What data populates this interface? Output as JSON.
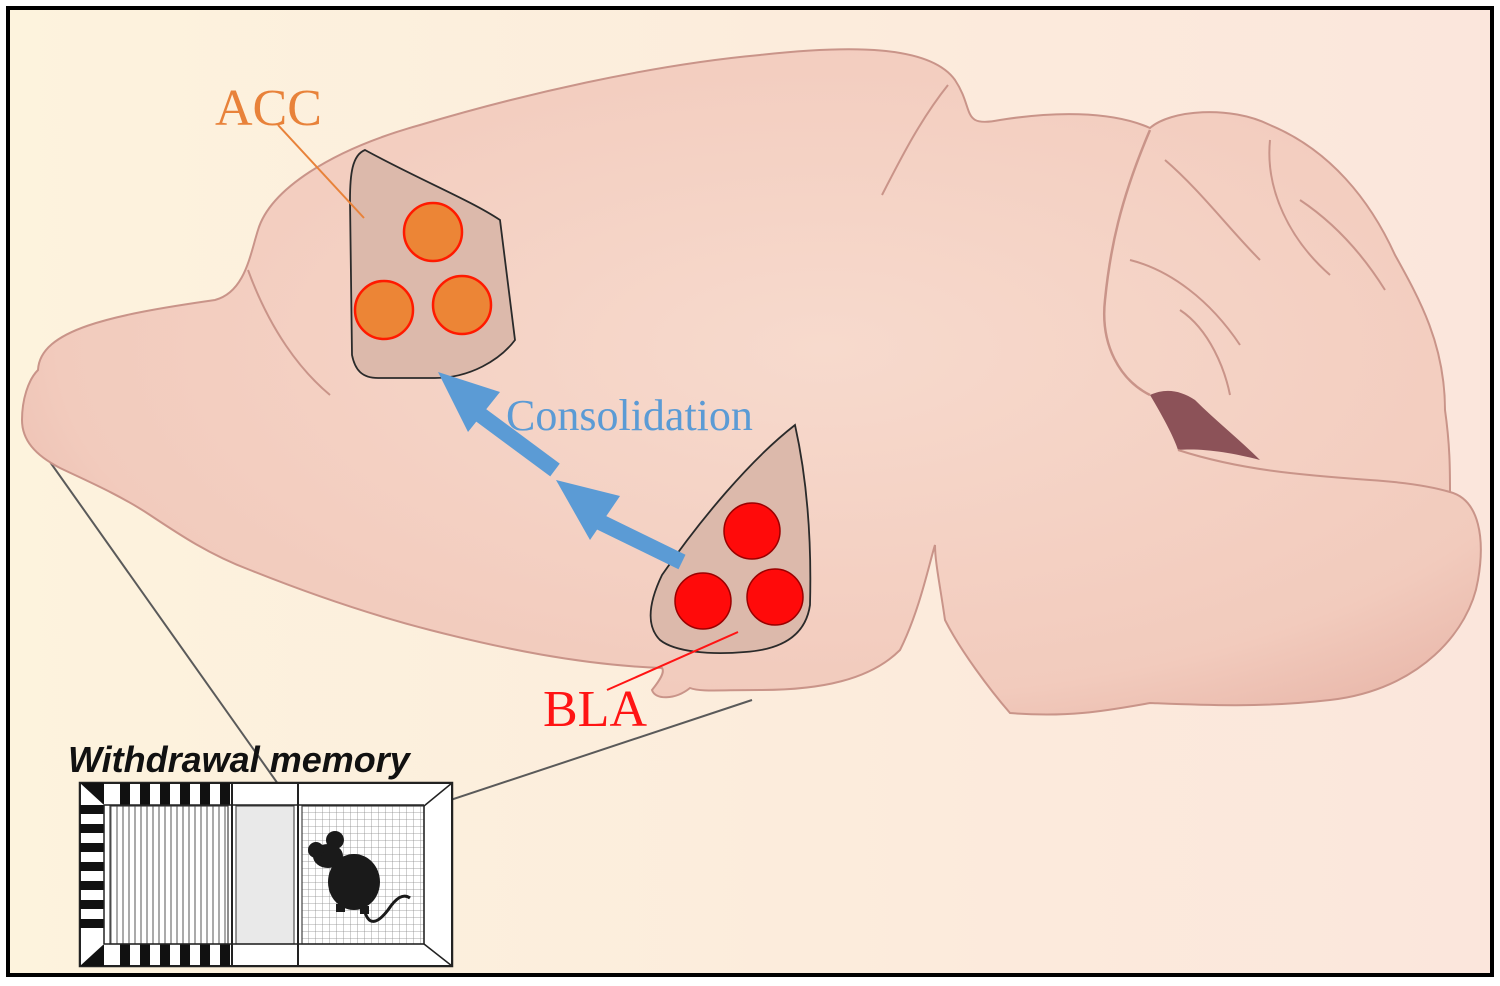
{
  "labels": {
    "acc": "ACC",
    "bla": "BLA",
    "consolidation": "Consolidation",
    "withdrawal_memory": "Withdrawal memory"
  },
  "colors": {
    "frame": "#000000",
    "background_left": "#fdf3dd",
    "background_right": "#fbe6dc",
    "brain_fill": "#f3cfc2",
    "brain_edge": "#c99489",
    "brain_shadow": "#d9a89c",
    "ventricle": "#8c5258",
    "region_fill": "#dcb9ab",
    "acc_label": "#e8823a",
    "acc_neuron": "#ec8536",
    "acc_neuron_edge": "#ff1a00",
    "bla_label": "#ff1414",
    "bla_neuron": "#ff0a0a",
    "arrow": "#5b9bd5",
    "box_line": "#5a5a5a"
  },
  "icons": {
    "mouse": "mouse-silhouette-icon"
  }
}
